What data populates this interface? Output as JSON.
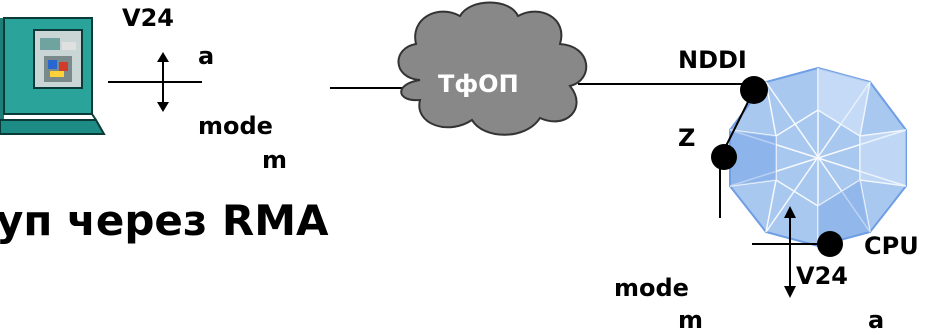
{
  "cloud": {
    "label": "ТфОП"
  },
  "computer": {
    "interface_label": "V24",
    "signal_label": "a",
    "mode_label": "mode",
    "m_label": "m"
  },
  "router": {
    "port_nddi_label": "NDDI",
    "port_z_label": "Z",
    "port_cpu_label": "CPU",
    "interface_label": "V24",
    "mode_label": "mode",
    "m_label": "m",
    "signal_label": "a"
  },
  "title": "уп через RMA",
  "colors": {
    "cloud_fill": "#888888",
    "monitor_fill": "#2aa39a",
    "router_fill": "#a8c8f0",
    "router_dark": "#6f9ee4",
    "router_light": "#dbe9fb"
  }
}
